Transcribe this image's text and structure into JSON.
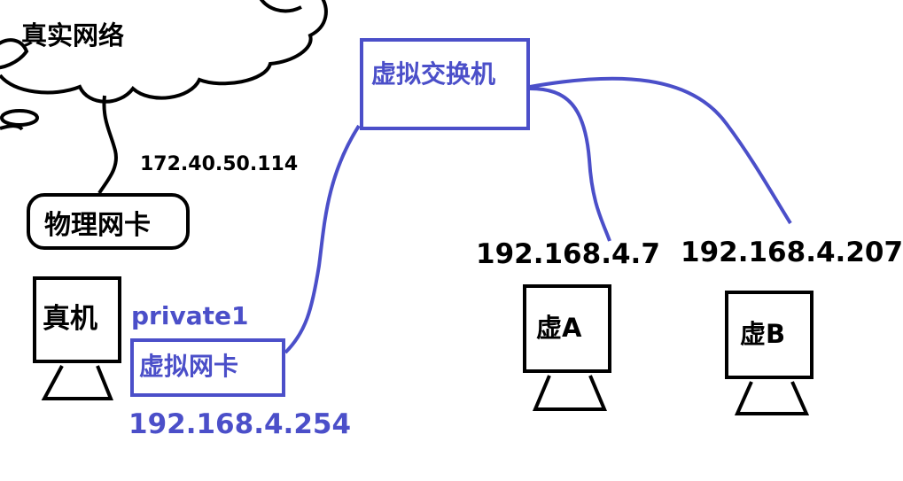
{
  "nodes": {
    "real_network": "真实网络",
    "physical_nic": "物理网卡",
    "host": "真机",
    "private_label": "private1",
    "virtual_nic": "虚拟网卡",
    "virtual_switch": "虚拟交换机",
    "vm_a": "虚A",
    "vm_b": "虚B"
  },
  "addresses": {
    "physical_ip": "172.40.50.114",
    "virtual_nic_ip": "192.168.4.254",
    "vm_a_ip": "192.168.4.7",
    "vm_b_ip": "192.168.4.207"
  },
  "colors": {
    "virtual": "#4b4fc9",
    "physical": "#000000"
  }
}
